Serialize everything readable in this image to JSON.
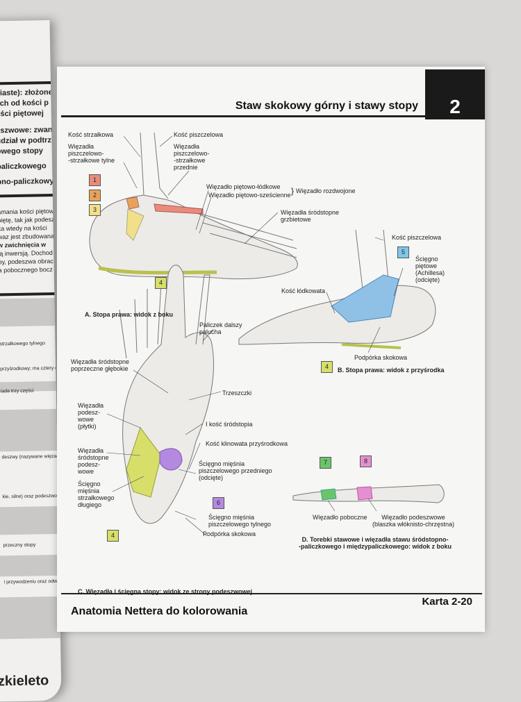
{
  "left_page": {
    "snippets": [
      "niaste): złożone",
      "ych od kości p",
      "ości piętowej",
      "eszwowe: zwane",
      "udział w podtrzy",
      "owego stopy",
      "paliczkowego",
      "pno-paliczkowy",
      "amania kości piętow",
      "piętę, tak jak podesz",
      "ka wtedy na kości",
      "waz jest zbudowana",
      "w zwichnięcia w",
      "ją inwersją. Dochod",
      "py, podeszwa obrac",
      "a pobocznego bocz"
    ],
    "table_rows": [
      "strzałkowego tylnego",
      "przyśrodkowy; ma cztery części",
      "iada trzy części",
      "deszwy (nazywane więzadłem",
      "kie, silne) oraz podeszwowe",
      "przeczny stopy",
      "i przywodzeniu oraz odwodzeniu"
    ],
    "bottom_text": "d szkieleto"
  },
  "header": {
    "title": "Staw skokowy górny i stawy stopy",
    "chapter": "2"
  },
  "footer": {
    "book_title": "Anatomia Nettera do kolorowania",
    "card": "Karta 2-20"
  },
  "figure_a": {
    "caption": "A. Stopa prawa: widok z boku",
    "labels": {
      "fibula": "Kość strzałkowa",
      "tibia": "Kość piszczelowa",
      "post_talofibular": "Więzadła\npiszczelowo-\n-strzałkowe tylne",
      "ant_tibiofibular": "Więzadła\npiszczelowo-\n-strzałkowe\nprzednie",
      "calcaneonavicular": "Więzadło piętowo-łódkowe",
      "calcaneocuboid": "Więzadło piętowo-sześcienne",
      "bifurcate": "Więzadło rozdwojone",
      "dorsal_metatarsal": "Więzadła śródstopne\ngrzbietowe"
    },
    "numbers": [
      "1",
      "2",
      "3",
      "4"
    ],
    "number_colors": [
      "#e98b7c",
      "#e9a25a",
      "#f2df8a",
      "#d7df6a"
    ]
  },
  "figure_b": {
    "caption": "B. Stopa prawa: widok z przyśrodka",
    "labels": {
      "tibia": "Kość piszczelowa",
      "achilles": "Ścięgno\npiętowe\n(Achillesa)\n(odcięte)",
      "navicular": "Kość łódkowata",
      "sustentaculum": "Podpórka skokowa"
    },
    "numbers": [
      "5",
      "4"
    ],
    "number_colors": [
      "#7fc6ea",
      "#d7df6a"
    ]
  },
  "figure_c": {
    "caption": "C. Więzadła i ścięgna stopy: widok ze strony podeszwowej",
    "labels": {
      "distal_phalanx": "Paliczek dalszy\npalucha",
      "deep_transverse": "Więzadła śródstopne\npoprzeczne głębokie",
      "sesamoids": "Trzeszczki",
      "plantar_plates": "Więzadła\npodesz-\nwowe\n(płytki)",
      "first_metatarsal": "I kość śródstopia",
      "medial_cuneiform": "Kość klinowata przyśrodkowa",
      "plantar_metatarsal": "Więzadła\nśródstopne\npodesz-\nwowe",
      "tibialis_anterior": "Ścięgno mięśnia\npiszczelowego przedniego\n(odcięte)",
      "peroneus_longus": "Ścięgno\nmięśnia\nstrzałkowego\ndługiego",
      "tibialis_posterior": "Ścięgno mięśnia\npiszczelowego tylnego",
      "sustentaculum": "Podpórka skokowa"
    },
    "numbers": [
      "6",
      "4"
    ],
    "number_colors": [
      "#b48ae0",
      "#d7df6a"
    ]
  },
  "figure_d": {
    "caption": "D. Torebki stawowe i więzadła stawu śródstopno-\n-paliczkowego i międzypaliczkowego: widok z boku",
    "labels": {
      "collateral": "Więzadło poboczne",
      "plantar": "Więzadło podeszwowe\n(blaszka włóknisto-chrzęstna)"
    },
    "numbers": [
      "7",
      "8"
    ],
    "number_colors": [
      "#6cc46a",
      "#e58fd0"
    ]
  }
}
